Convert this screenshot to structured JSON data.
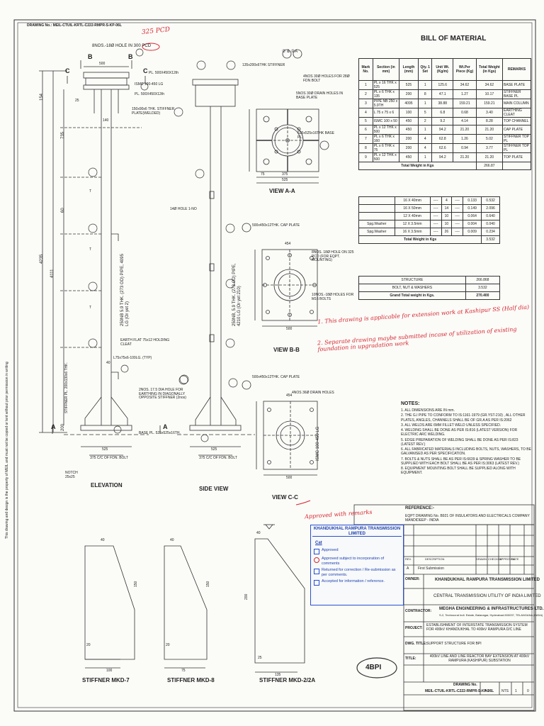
{
  "drawing_no_top": "DRAWING No.: MEIL-CTUIL-KRTL-C222-RMPR-S-KP-06L",
  "elevation": {
    "label_b": "B",
    "label_c": "C",
    "label_a": "A",
    "holes": "8NOS.-18Ø HOLE IN 300 PCD",
    "pl1": "PL. 500X450X12th",
    "ismc": "ISMC 100-450 LG",
    "pl2": "PL. 500X450X12th",
    "stiff": "150x90x6 THK. STIFFNER PLATE(WELDED)",
    "pipe": "250NB 5.9 THK. (273 OD) PIPE, 4095 LG (Or yet 2)",
    "earth": "EARTH FLAT 75x12 HOLDING CLEAT",
    "angle": "L75x75x6-100LG. (TYP)",
    "dia_hole": "2NOS. 17.5 DIA HOLE FOR EARTHING IN DIAGONALLY OPPOSITE STIFFNER (2nos)",
    "base_pl": "BASE PL. 525x525x16TH.",
    "cc": "375 C/C OF FDN. BOLT",
    "dim525": "525",
    "notch": "NOTCH 25x25",
    "stiff_pl": "STIFFNER PL. 200x130x6 THK.",
    "caption": "ELEVATION",
    "dim500": "500",
    "dim140": "140",
    "dim25": "25",
    "dim200": "200",
    "dim4235": "4235",
    "dim4111": "4111",
    "dim735": "735",
    "dim154": "154",
    "dim40": "40",
    "dim60": "60",
    "ref_T": "T"
  },
  "side_view": {
    "stiff": "135x200x6THK STIFFNER",
    "caption": "SIDE VIEW",
    "hole": "14Ø HOLE 1-NO",
    "cc": "375 C/C OF FDN. BOLT",
    "dim525": "525",
    "pipe": "250NB, 5.9 THK. (273 OD) PIPE, 4210 LG (Or yet 210)"
  },
  "view_aa": {
    "circ": "② & ②A",
    "title": "VIEW A-A",
    "holes": "4NOS 30Ø HOLES FOR 28Ø FDN BOLT",
    "drain": "5NOS 30Ø DRAIN HOLES IN BASE PLATE",
    "base": "525x525x16THK BASE PL.",
    "d375": "375",
    "d75": "75",
    "d525": "525",
    "d1": "1"
  },
  "view_bb": {
    "cap": "500x450x12THK. CAP PLATE",
    "holes": "8NOS. 18Ø HOLE ON 325 PCD (FOR EQPT. MOUNTING)",
    "m16": "10NOS.-18Ø HOLES FOR M16 BOLTS",
    "title": "VIEW B-B",
    "d454": "454",
    "d500": "500",
    "circ": "⑧"
  },
  "view_cc": {
    "cap": "500x450x12THK. CAP PLATE",
    "drain": "4NOS 36Ø DRAIN HOLES",
    "ismc": "ISMC 100-450 LG",
    "title": "VIEW C-C",
    "d454": "454",
    "d500": "500",
    "circ": "⑨"
  },
  "bom": {
    "title": "BILL OF MATERIAL",
    "headers": [
      "Mark No.",
      "Section (in mm)",
      "Length (mm)",
      "Qty. 1 Set",
      "Unit Wt. (Kg/m)",
      "Wt.Per Piece (Kg)",
      "Total Weight (in Kgs)",
      "REMARKS"
    ],
    "rows": [
      [
        "1",
        "PL x 16 THK x 525",
        "525",
        "1",
        "125.6",
        "34.62",
        "34.62",
        "BASE PLATE"
      ],
      [
        "2",
        "PL x 6 THK x 135",
        "200",
        "8",
        "47.1",
        "1.27",
        "10.17",
        "STIFFNER BASE PL"
      ],
      [
        "3",
        "PIPE NB 250 x 5.9TH",
        "4095",
        "1",
        "38.88",
        "159.21",
        "159.21",
        "MAIN COLUMN"
      ],
      [
        "4",
        "L 75 x 75 x 6",
        "100",
        "5",
        "6.8",
        "0.68",
        "3.40",
        "EARTHING CLEAT"
      ],
      [
        "5",
        "ISMC 100 x 50",
        "450",
        "2",
        "9.2",
        "4.14",
        "8.28",
        "TOP CHANNEL"
      ],
      [
        "6",
        "PL x 12 THK x 500",
        "450",
        "1",
        "94.2",
        "21.20",
        "21.20",
        "CAP PLATE"
      ],
      [
        "7",
        "PL x 6 THK x 160",
        "200",
        "4",
        "62.8",
        "1.26",
        "5.02",
        "STIFFNER TOP PL"
      ],
      [
        "8",
        "PL x 6 THK x 75",
        "200",
        "4",
        "62.6",
        "0.94",
        "3.77",
        "STIFFNER TOP PL"
      ],
      [
        "9",
        "PL x 12 THK x 500",
        "450",
        "1",
        "94.2",
        "21.20",
        "21.20",
        "TOP PLATE"
      ]
    ],
    "total_label": "Total Weight in Kgs",
    "total": "266.87"
  },
  "bolts": {
    "rows": [
      [
        "",
        "16 X 40mm",
        "----",
        "4",
        "----",
        "0.133",
        "0.532"
      ],
      [
        "",
        "16 X 50mm",
        "----",
        "14",
        "----",
        "0.149",
        "2.096"
      ],
      [
        "",
        "12 X 40mm",
        "----",
        "10",
        "----",
        "0.064",
        "0.640"
      ],
      [
        "Spg.Washer",
        "12 X 3.5mm",
        "----",
        "10",
        "----",
        "0.004",
        "0.040"
      ],
      [
        "Spg.Washer",
        "16 X 3.5mm",
        "----",
        "26",
        "----",
        "0.009",
        "0.234"
      ]
    ],
    "total_label": "Total Weight in Kgs",
    "total": "3.532"
  },
  "summary": {
    "rows": [
      [
        "STRUCTURE",
        "266.868"
      ],
      [
        "BOLT, NUT & WASHERS",
        "3.532"
      ],
      [
        "Grand Total weight in Kgs.",
        "270.400"
      ]
    ]
  },
  "handwritten": {
    "pcd": "325 PCD",
    "note1": "1. This drawing is applicable for extension work at Kashipur SS (Half dia)",
    "note2": "2. Separate drawing maybe submitted incase of utilization of existing foundation in upgradation work",
    "approved": "Approved with remarks"
  },
  "notes": {
    "title": "NOTES:",
    "items": [
      "1. ALL DIMENSIONS ARE IN mm.",
      "2. THE G.I PIPE TO CONFORM TO IS:1161-1979 (GR.YST-210) , ALL OTHER PLATES, ANGLES, CHANNELS SHALL BE OF GR.A AS PER IS:2062",
      "3. ALL WELDS ARE 6MM FILLET WELD UNLESS SPECIFIED.",
      "4. WELDING SHALL BE DONE AS PER IS:816 (LATEST VERSION) FOR ELECTRIC ARC WELDING.",
      "5. EDGE PREPARATION OF WELDING SHALL BE DONE AS PER IS:823 (LATEST REV.)",
      "6. ALL FABRICATED MATERIALS INCLUDING BOLTS, NUTS, WASHERS, TO BE GALVANISED AS PER SPECIFICATION.",
      "7. BOLTS & NUTS SHALL BE AS PER IS:6639 & SPRING WASHER TO BE SUPPLIED WITH EACH BOLT SHALL BE AS PER IS:3063 (LATEST REV.)",
      "8. EQUIPMENT MOUNTING BOLT SHALL BE SUPPLIED ALONG WITH EQUIPMENT."
    ]
  },
  "stamp": {
    "company": "KHANDUKHAL RAMPURA TRANSMISSION LIMITED",
    "cat": "Cat",
    "options": [
      "Approved",
      "Approved subject to incorporation of comments",
      "Returned for correction / Re-submission as per comments.",
      "Accepted for information / reference."
    ]
  },
  "title_block": {
    "reference_label": "REFERENCE:-",
    "reference": "EQPT DRAWING No. B921 OF INSULATORS AND ELECTRICALS COMPANY MANDIDEEP - INDIA",
    "rev_row": [
      "A",
      "First Submission"
    ],
    "rev_headers": [
      "REV.",
      "DESCRIPTION",
      "DRAWN",
      "CHECKED",
      "APPROVED",
      "DATE"
    ],
    "owner_label": "OWNER:",
    "owner": "KHANDUKHAL RAMPURA TRANSMISSION LIMITED",
    "ctu": "CENTRAL TRANSMISSION UTILITY OF INDIA LIMITED",
    "contractor_label": "CONTRACTOR:",
    "contractor": "MEGHA ENGINEERING & INFRASTRUCTURES LTD.",
    "contractor_addr": "S-2, Technocrat Indl. Estate, Balanagar, Hyderabad-500037, TELANGANA (INDIA)",
    "project_label": "PROJECT:",
    "project": "ESTABLISHMENT OF INTERSTATE TRANSMISSION SYSTEM FOR 400kV KHANDUKHAL TO 400kV RAMPURA D/C LINE",
    "dwg_title_label": "DWG. TITLE:",
    "dwg_title": "SUPPORT STRUCTURE FOR BPI",
    "title_label": "TITLE:",
    "title": "400kV LINE AND LINE REACTOR BAY EXTENSION AT 400kV RAMPURA (KASHIPUR) SUBSTATION",
    "drawing_no_label": "DRAWING No.",
    "drawing_no": "MEIL-CTUIL-KRTL-C222-RMPR-S-KP-06L",
    "size": "A1",
    "scale": "NTS",
    "rev": "1",
    "sheet": "0",
    "tag": "4BPI"
  },
  "stiffners": {
    "mkd7": "STIFFNER MKD-7",
    "mkd8": "STIFFNER MKD-8",
    "mkd2": "STIFFNER MKD-2/2A",
    "d40a": "40",
    "d150a": "150",
    "d100": "100",
    "d20a": "20",
    "d40b": "40",
    "d150b": "150",
    "d75": "75",
    "d20b": "20",
    "d40c": "40",
    "d200": "200",
    "d135": "135",
    "d25": "25"
  },
  "side_text": "This drawing and design is the property of MEIL and must not be copied or lent without prior permission in writing"
}
